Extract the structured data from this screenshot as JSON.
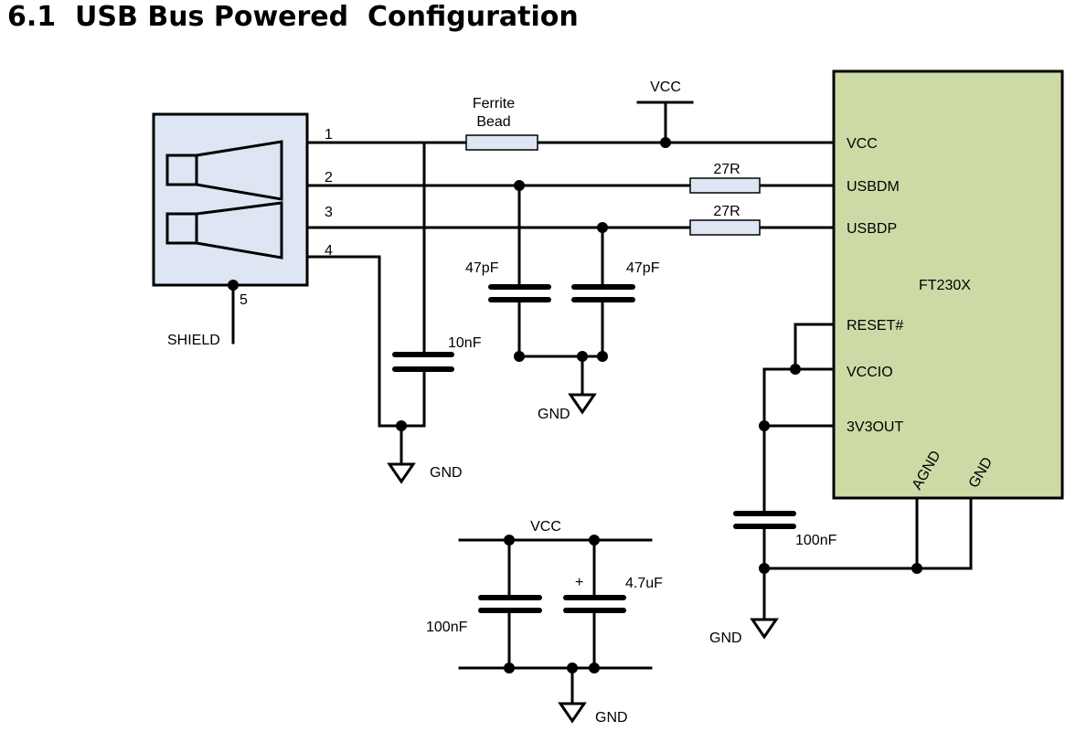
{
  "section": {
    "number": "6.1",
    "title": "USB Bus Powered  Configuration"
  },
  "colors": {
    "chip_fill": "#ccdba6",
    "connector_fill": "#dde6f2",
    "wire": "#000000"
  },
  "connector": {
    "pins": [
      "1",
      "2",
      "3",
      "4"
    ],
    "shield_pin": "5",
    "shield_label": "SHIELD"
  },
  "components": {
    "ferrite_bead_line1": "Ferrite",
    "ferrite_bead_line2": "Bead",
    "vcc_top": "VCC",
    "r_dm": "27R",
    "r_dp": "27R",
    "c_dm": "47pF",
    "c_dp": "47pF",
    "c_vbus": "10nF",
    "gnd_left": "GND",
    "gnd_mid": "GND",
    "c_vccio": "100nF",
    "gnd_right": "GND",
    "decouple_vcc": "VCC",
    "decouple_c1": "100nF",
    "decouple_c2": "4.7uF",
    "decouple_plus": "+",
    "gnd_bottom": "GND"
  },
  "chip": {
    "name": "FT230X",
    "pins": [
      "VCC",
      "USBDM",
      "USBDP",
      "RESET#",
      "VCCIO",
      "3V3OUT",
      "AGND",
      "GND"
    ]
  }
}
